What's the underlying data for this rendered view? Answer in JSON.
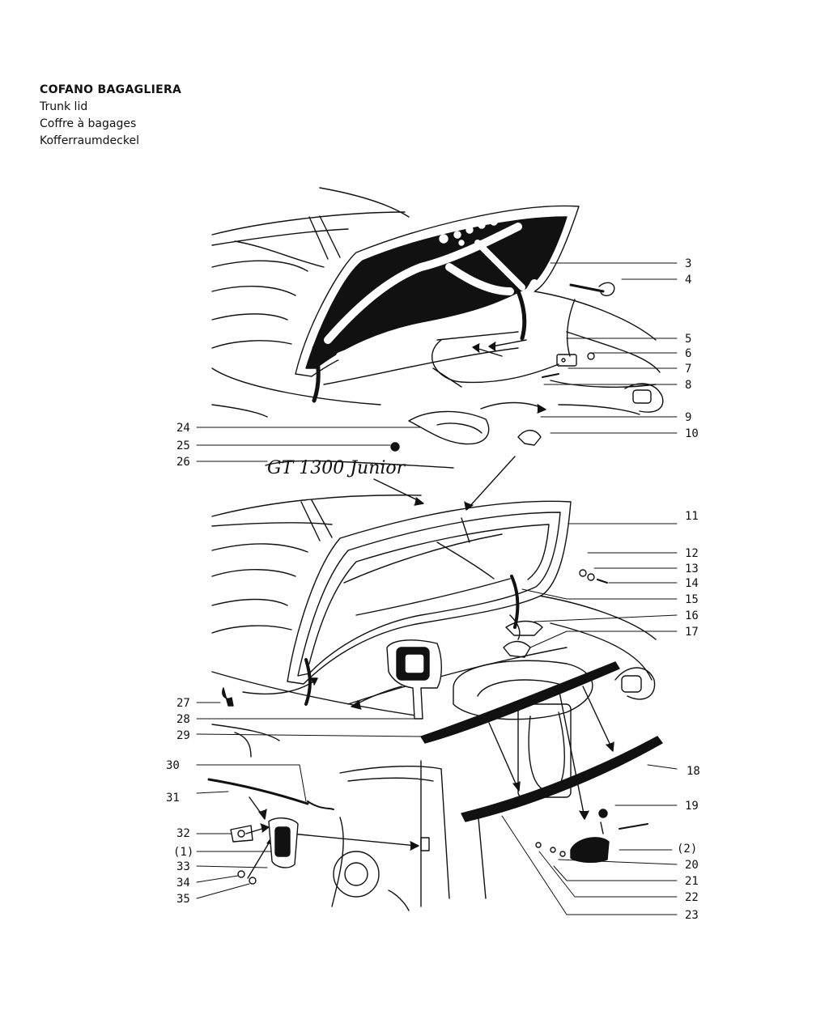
{
  "header": {
    "title_it": "COFANO BAGAGLIERA",
    "title_en": "Trunk lid",
    "title_fr": "Coffre à bagages",
    "title_de": "Kofferraumdeckel"
  },
  "emblem_text": "GT 1300 Junior",
  "callouts_right": [
    {
      "id": "c3",
      "label": "3"
    },
    {
      "id": "c4",
      "label": "4"
    },
    {
      "id": "c5",
      "label": "5"
    },
    {
      "id": "c6",
      "label": "6"
    },
    {
      "id": "c7",
      "label": "7"
    },
    {
      "id": "c8",
      "label": "8"
    },
    {
      "id": "c9",
      "label": "9"
    },
    {
      "id": "c10",
      "label": "10"
    },
    {
      "id": "c11",
      "label": "11"
    },
    {
      "id": "c12",
      "label": "12"
    },
    {
      "id": "c13",
      "label": "13"
    },
    {
      "id": "c14",
      "label": "14"
    },
    {
      "id": "c15",
      "label": "15"
    },
    {
      "id": "c16",
      "label": "16"
    },
    {
      "id": "c17",
      "label": "17"
    },
    {
      "id": "c18",
      "label": "18"
    },
    {
      "id": "c19",
      "label": "19"
    },
    {
      "id": "c2",
      "label": "(2)"
    },
    {
      "id": "c20",
      "label": "20"
    },
    {
      "id": "c21",
      "label": "21"
    },
    {
      "id": "c22",
      "label": "22"
    },
    {
      "id": "c23",
      "label": "23"
    }
  ],
  "callouts_left": [
    {
      "id": "c24",
      "label": "24"
    },
    {
      "id": "c25",
      "label": "25"
    },
    {
      "id": "c26",
      "label": "26"
    },
    {
      "id": "c27",
      "label": "27"
    },
    {
      "id": "c28",
      "label": "28"
    },
    {
      "id": "c29",
      "label": "29"
    },
    {
      "id": "c30",
      "label": "30"
    },
    {
      "id": "c31",
      "label": "31"
    },
    {
      "id": "c32",
      "label": "32"
    },
    {
      "id": "c1",
      "label": "(1)"
    },
    {
      "id": "c33",
      "label": "33"
    },
    {
      "id": "c34",
      "label": "34"
    },
    {
      "id": "c35",
      "label": "35"
    }
  ]
}
